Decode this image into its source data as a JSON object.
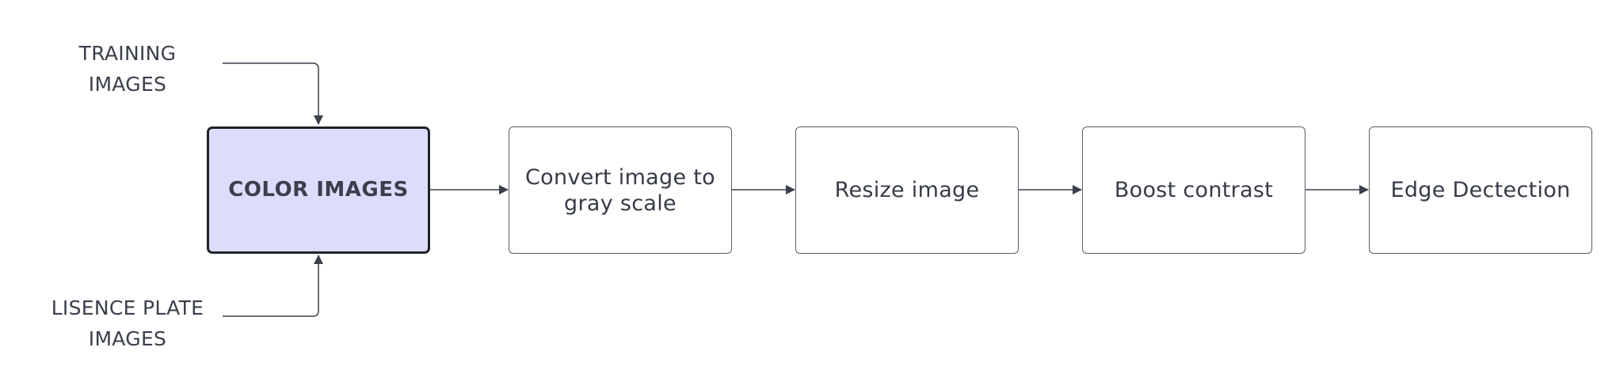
{
  "diagram": {
    "inputs": [
      {
        "id": "training",
        "label": "TRAINING\nIMAGES"
      },
      {
        "id": "plates",
        "label": "LISENCE PLATE\nIMAGES"
      }
    ],
    "nodes": [
      {
        "id": "color",
        "label": "COLOR IMAGES"
      },
      {
        "id": "gray",
        "label": "Convert image to\ngray scale"
      },
      {
        "id": "resize",
        "label": "Resize image"
      },
      {
        "id": "contrast",
        "label": "Boost contrast"
      },
      {
        "id": "edge",
        "label": "Edge Dectection"
      }
    ],
    "colors": {
      "source_fill": "#dcdcfc",
      "source_border": "#1f2228",
      "node_border": "#5b5f6a",
      "connector": "#3a3f4b",
      "text": "#3a3f4b"
    }
  }
}
